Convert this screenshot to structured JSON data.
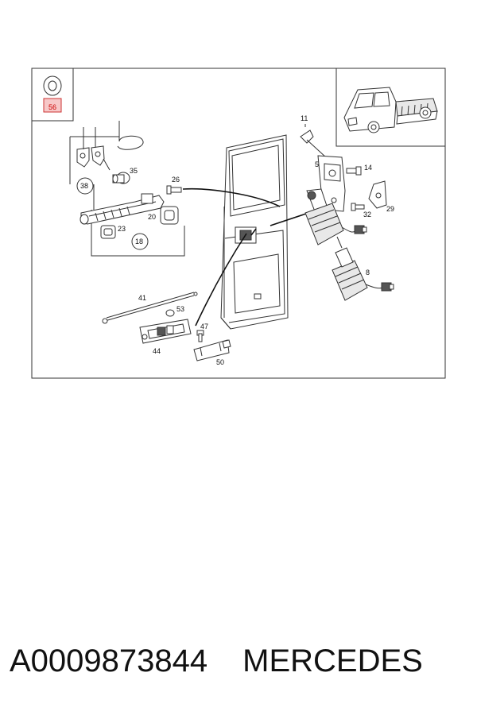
{
  "callouts": {
    "c56": "56",
    "c11": "11",
    "c5": "5",
    "c14": "14",
    "c35": "35",
    "c38": "38",
    "c26": "26",
    "c20": "20",
    "c23": "23",
    "c18": "18",
    "c32": "32",
    "c29": "29",
    "c8": "8",
    "c41": "41",
    "c53": "53",
    "c47": "47",
    "c44": "44",
    "c50": "50"
  },
  "colors": {
    "highlight_fill": "#f7c8c8",
    "highlight_stroke": "#cc3333",
    "highlight_text": "#cc0000",
    "line": "#333333"
  },
  "caption": {
    "part_number": "A0009873844",
    "brand": "MERCEDES"
  }
}
